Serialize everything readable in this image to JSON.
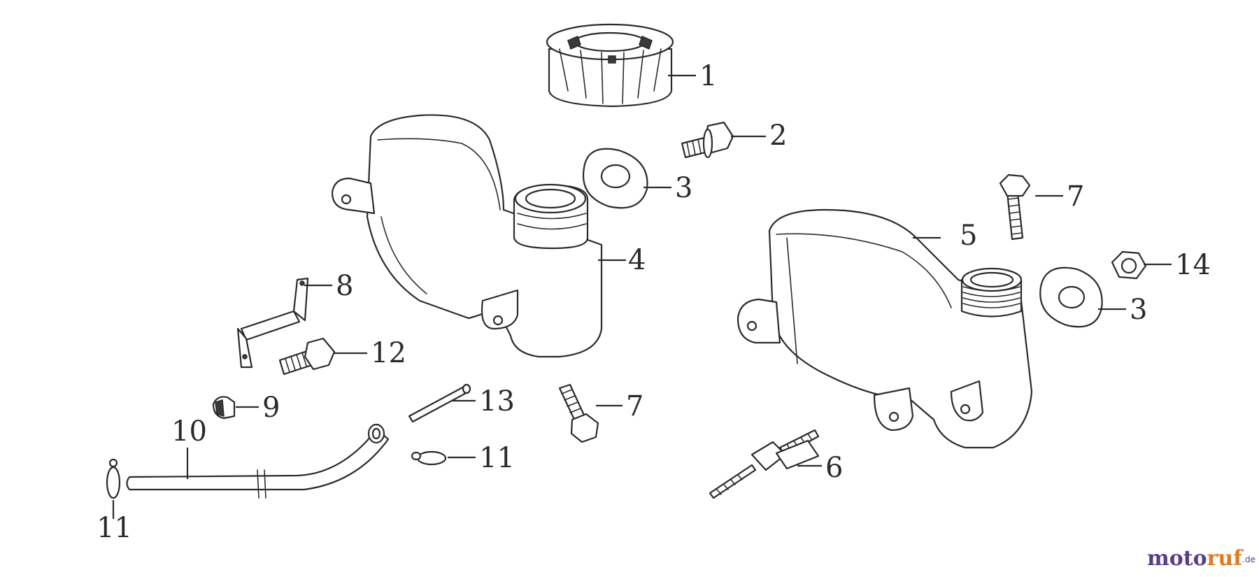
{
  "diagram": {
    "callouts": [
      {
        "id": "c1",
        "label": "1"
      },
      {
        "id": "c2",
        "label": "2"
      },
      {
        "id": "c3a",
        "label": "3"
      },
      {
        "id": "c3b",
        "label": "3"
      },
      {
        "id": "c4",
        "label": "4"
      },
      {
        "id": "c5",
        "label": "5"
      },
      {
        "id": "c6",
        "label": "6"
      },
      {
        "id": "c7a",
        "label": "7"
      },
      {
        "id": "c7b",
        "label": "7"
      },
      {
        "id": "c8",
        "label": "8"
      },
      {
        "id": "c9",
        "label": "9"
      },
      {
        "id": "c10",
        "label": "10"
      },
      {
        "id": "c11a",
        "label": "11"
      },
      {
        "id": "c11b",
        "label": "11"
      },
      {
        "id": "c12",
        "label": "12"
      },
      {
        "id": "c13",
        "label": "13"
      },
      {
        "id": "c14",
        "label": "14"
      }
    ]
  },
  "watermark": {
    "part_a": "moto",
    "part_b": "ruf",
    "suffix": ".de",
    "color_a": "#5a3d8a",
    "color_b": "#e07a1e"
  }
}
